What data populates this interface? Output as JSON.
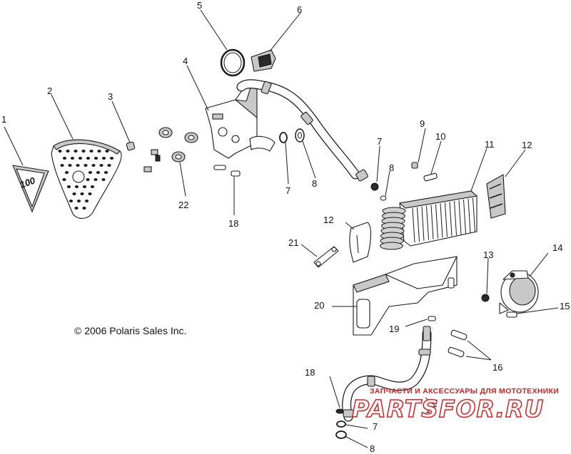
{
  "copyright": "© 2006 Polaris Sales Inc.",
  "watermark": {
    "line1": "ЗАПЧАСТИ И АКСЕССУАРЫ ДЛЯ МОТОТЕХНИКИ",
    "line2": "PARTSFOR.RU",
    "color": "#d92020"
  },
  "callouts": {
    "c1": "1",
    "c2": "2",
    "c3": "3",
    "c4": "4",
    "c5": "5",
    "c6": "6",
    "c7a": "7",
    "c7b": "7",
    "c7c": "7",
    "c8a": "8",
    "c8b": "8",
    "c8c": "8",
    "c9": "9",
    "c10": "10",
    "c11": "11",
    "c12a": "12",
    "c12b": "12",
    "c13": "13",
    "c14": "14",
    "c15": "15",
    "c16": "16",
    "c17": "17",
    "c18a": "18",
    "c18b": "18",
    "c19": "19",
    "c20": "20",
    "c21": "21",
    "c22": "22"
  },
  "badge_text": "100"
}
